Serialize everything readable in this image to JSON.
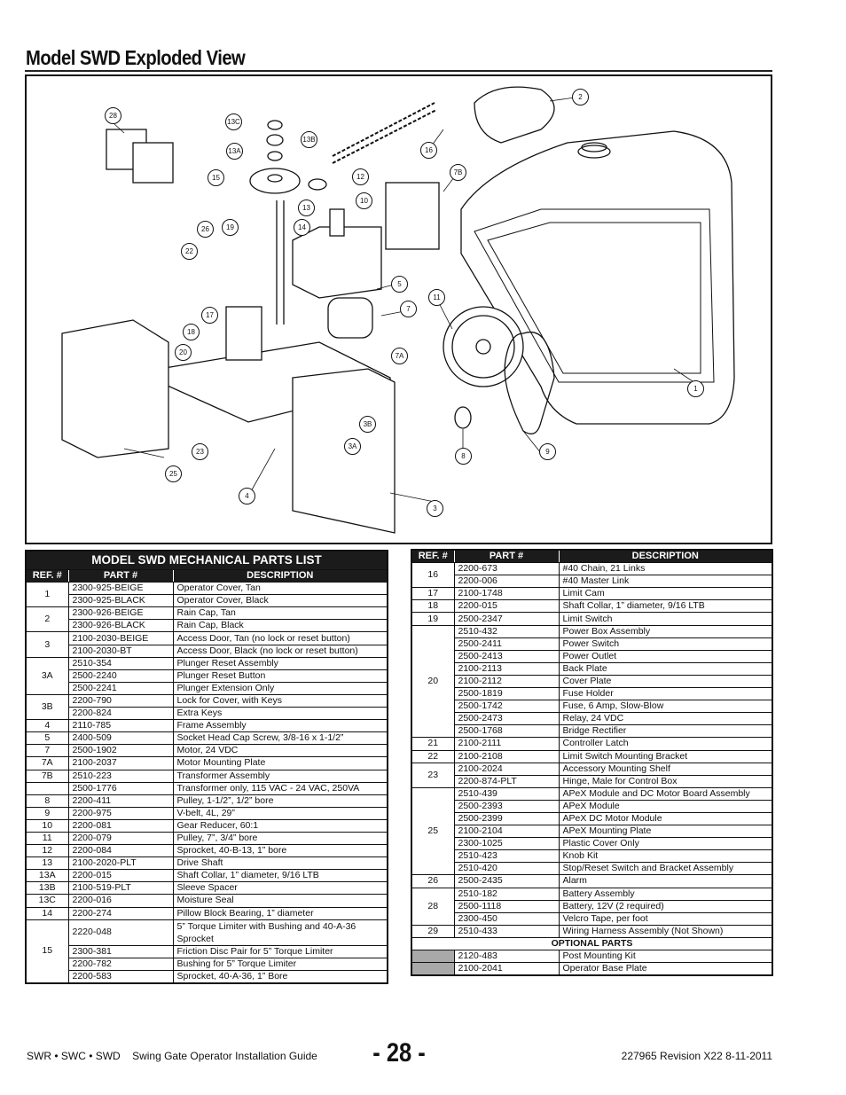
{
  "page_title": "Model SWD Exploded View",
  "diagram": {
    "callouts": [
      "28",
      "13C",
      "13B",
      "13A",
      "15",
      "12",
      "13",
      "10",
      "26",
      "19",
      "14",
      "22",
      "2",
      "16",
      "7B",
      "5",
      "7",
      "11",
      "17",
      "18",
      "20",
      "7A",
      "1",
      "3B",
      "3A",
      "23",
      "8",
      "9",
      "25",
      "4",
      "3"
    ]
  },
  "left_table": {
    "caption": "MODEL SWD MECHANICAL PARTS LIST",
    "headers": [
      "REF. #",
      "PART #",
      "DESCRIPTION"
    ],
    "groups": [
      {
        "ref": "1",
        "rows": [
          [
            "2300-925-BEIGE",
            "Operator Cover, Tan"
          ],
          [
            "2300-925-BLACK",
            "Operator Cover, Black"
          ]
        ]
      },
      {
        "ref": "2",
        "rows": [
          [
            "2300-926-BEIGE",
            "Rain Cap, Tan"
          ],
          [
            "2300-926-BLACK",
            "Rain Cap, Black"
          ]
        ]
      },
      {
        "ref": "3",
        "rows": [
          [
            "2100-2030-BEIGE",
            "Access Door, Tan (no lock or reset button)"
          ],
          [
            "2100-2030-BT",
            "Access Door, Black (no lock or reset button)"
          ]
        ]
      },
      {
        "ref": "3A",
        "rows": [
          [
            "2510-354",
            "Plunger Reset Assembly"
          ],
          [
            "2500-2240",
            "Plunger Reset Button"
          ],
          [
            "2500-2241",
            "Plunger Extension Only"
          ]
        ]
      },
      {
        "ref": "3B",
        "rows": [
          [
            "2200-790",
            "Lock for Cover, with Keys"
          ],
          [
            "2200-824",
            "Extra Keys"
          ]
        ]
      },
      {
        "ref": "4",
        "rows": [
          [
            "2110-785",
            "Frame Assembly"
          ]
        ]
      },
      {
        "ref": "5",
        "rows": [
          [
            "2400-509",
            "Socket Head Cap Screw, 3/8-16 x 1-1/2”"
          ]
        ]
      },
      {
        "ref": "7",
        "rows": [
          [
            "2500-1902",
            "Motor, 24 VDC"
          ]
        ]
      },
      {
        "ref": "7A",
        "rows": [
          [
            "2100-2037",
            "Motor Mounting Plate"
          ]
        ]
      },
      {
        "ref": "7B",
        "rows": [
          [
            "2510-223",
            "Transformer Assembly"
          ]
        ]
      },
      {
        "ref": "",
        "rows": [
          [
            "2500-1776",
            "Transformer only, 115 VAC - 24 VAC, 250VA"
          ]
        ]
      },
      {
        "ref": "8",
        "rows": [
          [
            "2200-411",
            "Pulley, 1-1/2”, 1/2” bore"
          ]
        ]
      },
      {
        "ref": "9",
        "rows": [
          [
            "2200-975",
            "V-belt, 4L, 29”"
          ]
        ]
      },
      {
        "ref": "10",
        "rows": [
          [
            "2200-081",
            "Gear Reducer, 60:1"
          ]
        ]
      },
      {
        "ref": "11",
        "rows": [
          [
            "2200-079",
            "Pulley, 7”, 3/4” bore"
          ]
        ]
      },
      {
        "ref": "12",
        "rows": [
          [
            "2200-084",
            "Sprocket, 40-B-13, 1” bore"
          ]
        ]
      },
      {
        "ref": "13",
        "rows": [
          [
            "2100-2020-PLT",
            "Drive Shaft"
          ]
        ]
      },
      {
        "ref": "13A",
        "rows": [
          [
            "2200-015",
            "Shaft Collar, 1” diameter, 9/16 LTB"
          ]
        ]
      },
      {
        "ref": "13B",
        "rows": [
          [
            "2100-519-PLT",
            "Sleeve Spacer"
          ]
        ]
      },
      {
        "ref": "13C",
        "rows": [
          [
            "2200-016",
            "Moisture Seal"
          ]
        ]
      },
      {
        "ref": "14",
        "rows": [
          [
            "2200-274",
            "Pillow Block Bearing, 1” diameter"
          ]
        ]
      },
      {
        "ref": "15",
        "rows": [
          [
            "2220-048",
            "5” Torque Limiter with Bushing and 40-A-36 Sprocket"
          ],
          [
            "2300-381",
            "Friction Disc Pair for 5” Torque Limiter"
          ],
          [
            "2200-782",
            "Bushing for 5” Torque Limiter"
          ],
          [
            "2200-583",
            "Sprocket, 40-A-36, 1” Bore"
          ]
        ]
      }
    ]
  },
  "right_table": {
    "headers": [
      "REF. #",
      "PART #",
      "DESCRIPTION"
    ],
    "groups": [
      {
        "ref": "16",
        "rows": [
          [
            "2200-673",
            "#40 Chain, 21 Links"
          ],
          [
            "2200-006",
            "#40 Master Link"
          ]
        ]
      },
      {
        "ref": "17",
        "rows": [
          [
            "2100-1748",
            "Limit Cam"
          ]
        ]
      },
      {
        "ref": "18",
        "rows": [
          [
            "2200-015",
            "Shaft Collar, 1” diameter, 9/16 LTB"
          ]
        ]
      },
      {
        "ref": "19",
        "rows": [
          [
            "2500-2347",
            "Limit Switch"
          ]
        ]
      },
      {
        "ref": "20",
        "rows": [
          [
            "2510-432",
            "Power Box Assembly"
          ],
          [
            "2500-2411",
            "Power Switch"
          ],
          [
            "2500-2413",
            "Power Outlet"
          ],
          [
            "2100-2113",
            "Back Plate"
          ],
          [
            "2100-2112",
            "Cover Plate"
          ],
          [
            "2500-1819",
            "Fuse Holder"
          ],
          [
            "2500-1742",
            "Fuse, 6 Amp, Slow-Blow"
          ],
          [
            "2500-2473",
            "Relay, 24 VDC"
          ],
          [
            "2500-1768",
            "Bridge Rectifier"
          ]
        ]
      },
      {
        "ref": "21",
        "rows": [
          [
            "2100-2111",
            "Controller Latch"
          ]
        ]
      },
      {
        "ref": "22",
        "rows": [
          [
            "2100-2108",
            "Limit Switch Mounting Bracket"
          ]
        ]
      },
      {
        "ref": "23",
        "rows": [
          [
            "2100-2024",
            "Accessory Mounting Shelf"
          ],
          [
            "2200-874-PLT",
            "Hinge, Male for Control Box"
          ]
        ]
      },
      {
        "ref": "25",
        "rows": [
          [
            "2510-439",
            "APeX Module and DC Motor Board Assembly"
          ],
          [
            "2500-2393",
            "APeX Module"
          ],
          [
            "2500-2399",
            "APeX DC Motor Module"
          ],
          [
            "2100-2104",
            "APeX Mounting Plate"
          ],
          [
            "2300-1025",
            "Plastic Cover Only"
          ],
          [
            "2510-423",
            "Knob Kit"
          ],
          [
            "2510-420",
            "Stop/Reset Switch and Bracket Assembly"
          ]
        ]
      },
      {
        "ref": "26",
        "rows": [
          [
            "2500-2435",
            "Alarm"
          ]
        ]
      },
      {
        "ref": "28",
        "rows": [
          [
            "2510-182",
            "Battery Assembly"
          ],
          [
            "2500-1118",
            "Battery, 12V (2 required)"
          ],
          [
            "2300-450",
            "Velcro Tape, per foot"
          ]
        ]
      },
      {
        "ref": "29",
        "rows": [
          [
            "2510-433",
            "Wiring Harness Assembly (Not Shown)"
          ]
        ]
      }
    ],
    "optional_title": "OPTIONAL PARTS",
    "optional_rows": [
      [
        "2120-483",
        "Post Mounting Kit"
      ],
      [
        "2100-2041",
        "Operator Base Plate"
      ]
    ]
  },
  "footer": {
    "left": "SWR • SWC • SWD    Swing Gate Operator Installation Guide",
    "page": "- 28 -",
    "right": "227965 Revision X22 8-11-2011"
  }
}
